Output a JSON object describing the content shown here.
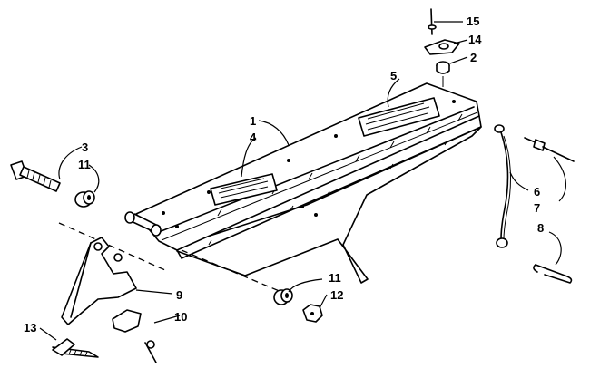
{
  "callouts": {
    "c1": "1",
    "c2": "2",
    "c3": "3",
    "c4": "4",
    "c5": "5",
    "c6": "6",
    "c7": "7",
    "c8": "8",
    "c9": "9",
    "c10": "10",
    "c11a": "11",
    "c11b": "11",
    "c12": "12",
    "c13": "13",
    "c14": "14",
    "c15": "15"
  }
}
